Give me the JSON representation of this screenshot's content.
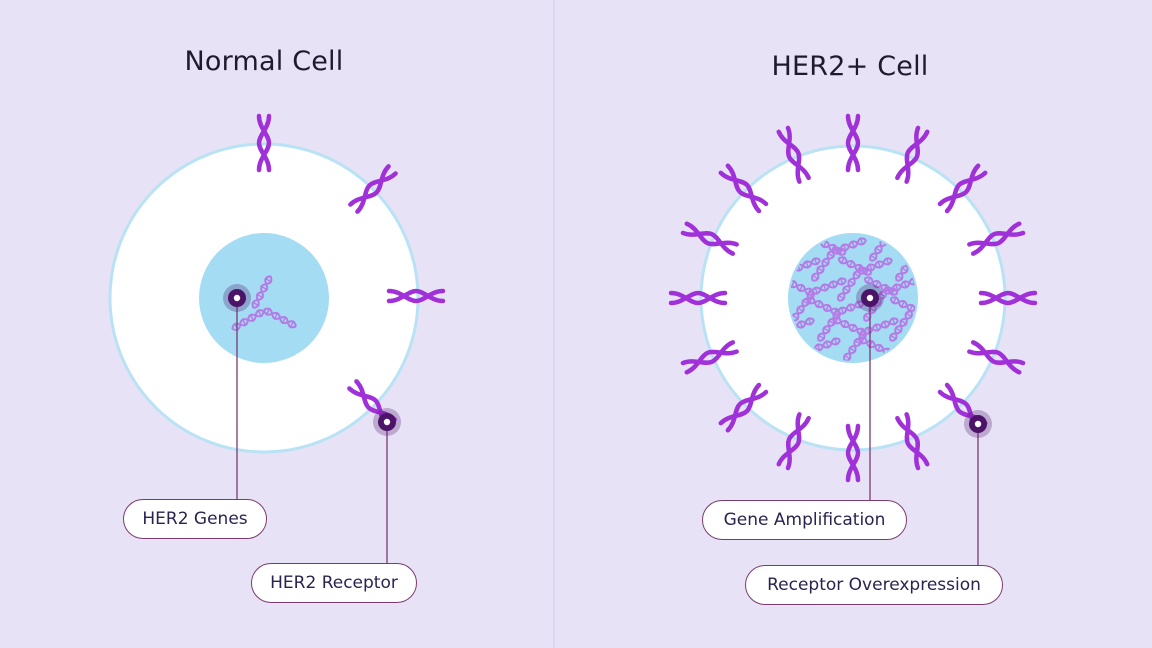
{
  "colors": {
    "background": "#e8e2f7",
    "divider": "#d9d2ee",
    "membrane": "#b9e3f4",
    "cytoplasm": "#ffffff",
    "nucleus": "#a3dcf3",
    "receptor": "#a030d8",
    "dna": "#b47ae6",
    "marker": "#4b1469",
    "callout_line": "#7a3b6e",
    "label_text": "#2a2350"
  },
  "panels": {
    "normal": {
      "title": "Normal Cell",
      "receptor_count": 4,
      "label_genes": "HER2 Genes",
      "label_receptor": "HER2 Receptor"
    },
    "her2": {
      "title": "HER2+ Cell",
      "receptor_count": 16,
      "label_genes": "Gene Amplification",
      "label_receptor": "Receptor Overexpression"
    }
  }
}
